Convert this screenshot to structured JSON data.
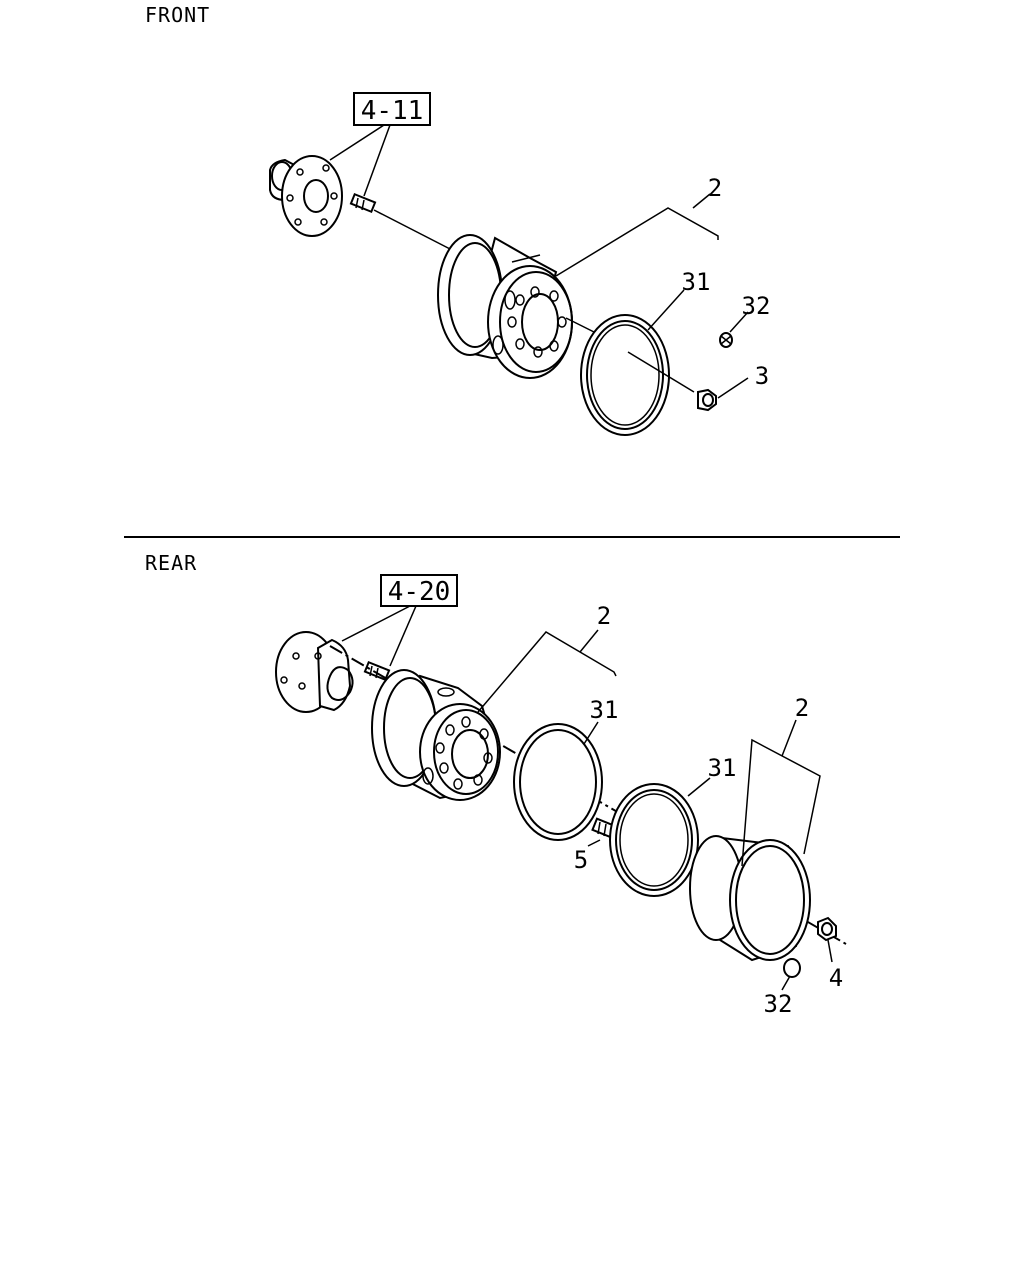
{
  "sections": {
    "front": {
      "title": "FRONT",
      "ref_box": "4-11",
      "callouts": {
        "wheel": "2",
        "ring": "31",
        "cap": "32",
        "nut": "3"
      }
    },
    "rear": {
      "title": "REAR",
      "ref_box": "4-20",
      "callouts": {
        "wheel_inner": "2",
        "ring_inner": "31",
        "wheel_outer": "2",
        "ring_outer": "31",
        "stud": "5",
        "nut": "4",
        "cap": "32"
      }
    }
  }
}
